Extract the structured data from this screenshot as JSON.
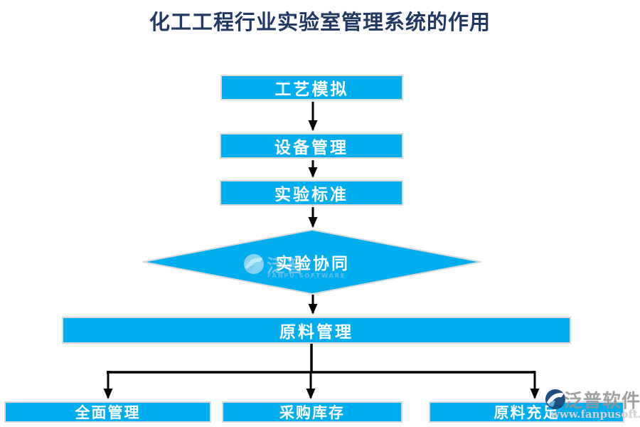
{
  "title": "化工工程行业实验室管理系统的作用",
  "colors": {
    "node_fill": "#00AEEF",
    "node_border": "#D9D9D9",
    "title_text": "#1F3864",
    "node_text": "#FFFFFF",
    "arrow": "#000000",
    "watermark_gray": "#949494",
    "watermark_navy": "#1C4F80"
  },
  "flow": {
    "nodes": [
      {
        "id": "process-simulation",
        "shape": "rect",
        "label": "工艺模拟"
      },
      {
        "id": "equipment-management",
        "shape": "rect",
        "label": "设备管理"
      },
      {
        "id": "experiment-standard",
        "shape": "rect",
        "label": "实验标准"
      },
      {
        "id": "experiment-collaboration",
        "shape": "diamond",
        "label": "实验协同"
      },
      {
        "id": "material-management",
        "shape": "rect-wide",
        "label": "原料管理"
      },
      {
        "id": "comprehensive-management",
        "shape": "rect",
        "label": "全面管理"
      },
      {
        "id": "purchase-inventory",
        "shape": "rect",
        "label": "采购库存"
      },
      {
        "id": "material-sufficient",
        "shape": "rect",
        "label": "原料充足"
      }
    ],
    "edges": [
      [
        "process-simulation",
        "equipment-management"
      ],
      [
        "equipment-management",
        "experiment-standard"
      ],
      [
        "experiment-standard",
        "experiment-collaboration"
      ],
      [
        "experiment-collaboration",
        "material-management"
      ],
      [
        "material-management",
        "comprehensive-management"
      ],
      [
        "material-management",
        "purchase-inventory"
      ],
      [
        "material-management",
        "material-sufficient"
      ]
    ]
  },
  "watermarks": {
    "inline_brand": "泛普",
    "inline_sub": "FANPU SOFTWARE",
    "corner_brand": "泛普软件",
    "corner_url": "www.fanpusoft.com"
  }
}
